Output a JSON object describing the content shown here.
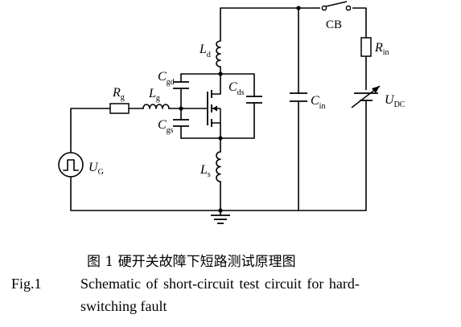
{
  "labels": {
    "cb": "CB",
    "rin": {
      "main": "R",
      "sub": "in"
    },
    "udc": {
      "main": "U",
      "sub": "DC"
    },
    "ld": {
      "main": "L",
      "sub": "d"
    },
    "cgd": {
      "main": "C",
      "sub": "gd"
    },
    "cds": {
      "main": "C",
      "sub": "ds"
    },
    "cgs": {
      "main": "C",
      "sub": "gs"
    },
    "rg": {
      "main": "R",
      "sub": "g"
    },
    "lg": {
      "main": "L",
      "sub": "g"
    },
    "cin": {
      "main": "C",
      "sub": "in"
    },
    "ug": {
      "main": "U",
      "sub": "G"
    },
    "ls": {
      "main": "L",
      "sub": "s"
    }
  },
  "caption": {
    "chinese": "图 1   硬开关故障下短路测试原理图",
    "fig_label": "Fig.1",
    "english_line1": "Schematic of short-circuit test circuit for hard-",
    "english_line2": "switching fault"
  }
}
